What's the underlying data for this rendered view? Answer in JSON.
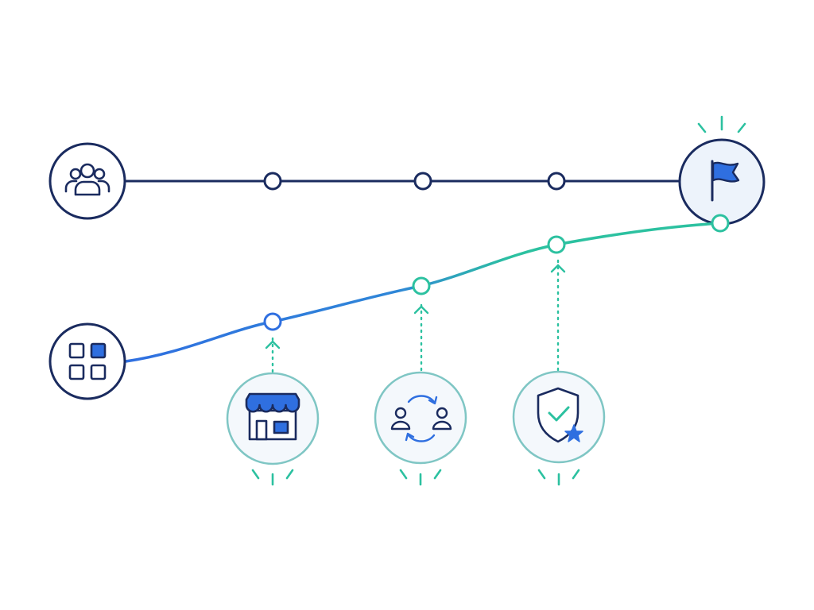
{
  "colors": {
    "navy": "#1a2b5f",
    "blue": "#2f6fe0",
    "teal": "#2cc1a0",
    "teal_light": "#7fc6c4",
    "circle_fill": "#f4f8fc",
    "flag_fill": "#edf3fb",
    "background": "#ffffff"
  },
  "diagram": {
    "kind": "two-track journey diagram",
    "top_track": {
      "start_icon": "people-group-icon",
      "milestones": 3,
      "end_icon": "flag-icon"
    },
    "bottom_track": {
      "start_icon": "app-grid-icon",
      "gradient": [
        "blue",
        "teal"
      ],
      "milestones": 4
    },
    "feeders": [
      {
        "icon": "storefront-icon",
        "target_milestone": 1
      },
      {
        "icon": "user-exchange-icon",
        "target_milestone": 2
      },
      {
        "icon": "shield-check-star-icon",
        "target_milestone": 3
      }
    ]
  }
}
